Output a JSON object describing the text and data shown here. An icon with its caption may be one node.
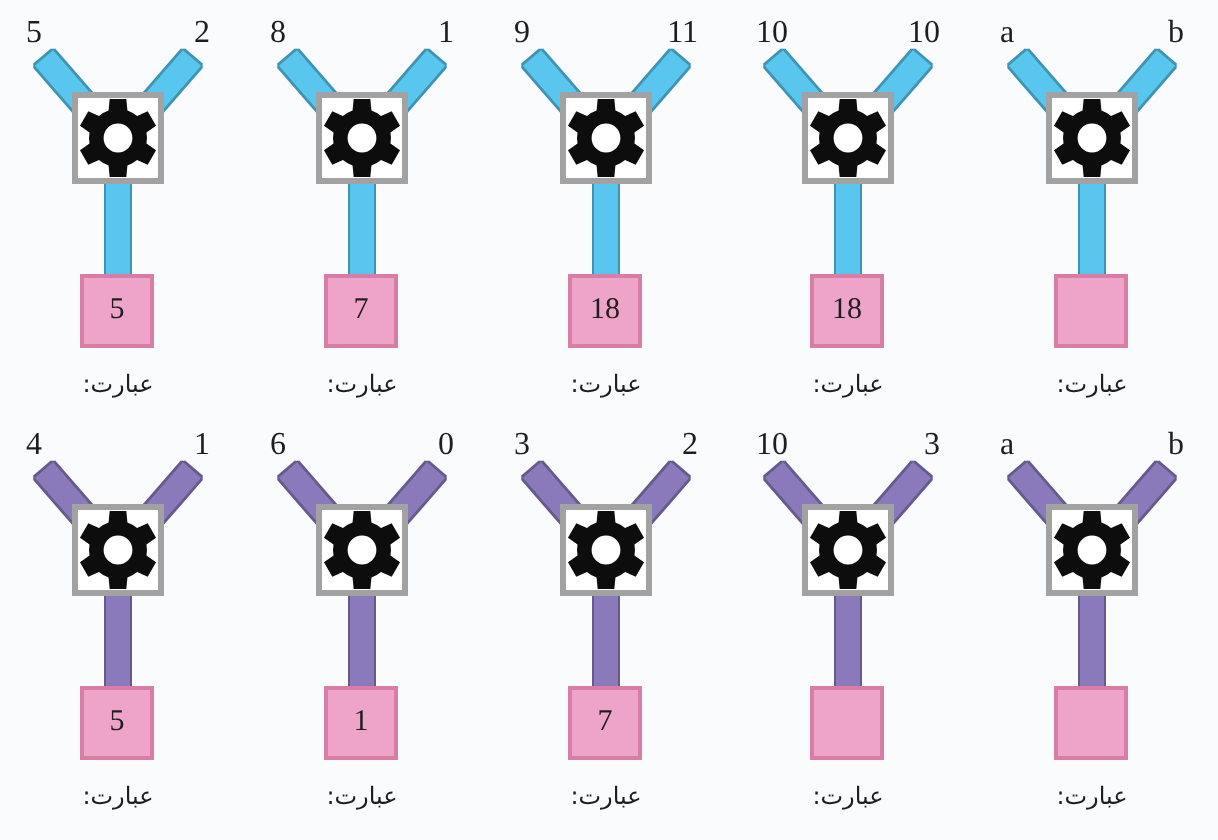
{
  "diagram": {
    "nodes": [
      {
        "text": [
          "5"
        ]
      },
      {
        "text": [
          "2"
        ]
      },
      {
        "text": [],
        "shape": "box"
      },
      {
        "text": [
          "5"
        ],
        "beside": [
          "عبارت:"
        ]
      },
      {
        "text": [
          "8"
        ]
      },
      {
        "text": [
          "1"
        ]
      },
      {
        "text": [],
        "shape": "box"
      },
      {
        "text": [
          "7"
        ],
        "beside": [
          "عبارت:"
        ]
      },
      {
        "text": [
          "9"
        ]
      },
      {
        "text": [
          "11"
        ]
      },
      {
        "text": [],
        "shape": "box"
      },
      {
        "text": [
          "18"
        ],
        "beside": [
          "عبارت:"
        ]
      },
      {
        "text": [
          "10"
        ]
      },
      {
        "text": [
          "10"
        ]
      },
      {
        "text": [],
        "shape": "box"
      },
      {
        "text": [
          "18"
        ],
        "beside": [
          "عبارت:"
        ]
      },
      {
        "text": [
          "a"
        ]
      },
      {
        "text": [
          "b"
        ]
      },
      {
        "text": [],
        "shape": "box"
      },
      {
        "text": [],
        "shape": "box",
        "beside": [
          "عبارت:"
        ]
      },
      {
        "text": [
          "4"
        ]
      },
      {
        "text": [
          "1"
        ]
      },
      {
        "text": [],
        "shape": "box"
      },
      {
        "text": [
          "5"
        ],
        "beside": [
          "عبارت:"
        ]
      },
      {
        "text": [
          "6"
        ]
      },
      {
        "text": [
          "0"
        ]
      },
      {
        "text": [],
        "shape": "box"
      },
      {
        "text": [
          "1"
        ],
        "beside": [
          "عبارت:"
        ]
      },
      {
        "text": [
          "3"
        ]
      },
      {
        "text": [
          "2"
        ]
      },
      {
        "text": [],
        "shape": "box"
      },
      {
        "text": [
          "7"
        ],
        "beside": [
          "عبارت:"
        ]
      },
      {
        "text": [
          "10"
        ]
      },
      {
        "text": [
          "3"
        ]
      },
      {
        "text": [],
        "shape": "box"
      },
      {
        "text": [],
        "shape": "box",
        "beside": [
          "عبارت:"
        ]
      },
      {
        "text": [
          "a"
        ]
      },
      {
        "text": [
          "b"
        ]
      },
      {
        "text": [],
        "shape": "box"
      },
      {
        "text": [],
        "shape": "box",
        "beside": [
          "عبارت:"
        ]
      }
    ],
    "edges": [
      {
        "from": 0,
        "to": 2,
        "arrow": "none",
        "color": "#58c6ef"
      },
      {
        "from": 1,
        "to": 2,
        "arrow": "none",
        "color": "#58c6ef"
      },
      {
        "from": 2,
        "to": 3,
        "arrow": "none",
        "color": "#58c6ef"
      },
      {
        "from": 4,
        "to": 6,
        "arrow": "none",
        "color": "#58c6ef"
      },
      {
        "from": 5,
        "to": 6,
        "arrow": "none",
        "color": "#58c6ef"
      },
      {
        "from": 6,
        "to": 7,
        "arrow": "none",
        "color": "#58c6ef"
      },
      {
        "from": 8,
        "to": 10,
        "arrow": "none",
        "color": "#58c6ef"
      },
      {
        "from": 9,
        "to": 10,
        "arrow": "none",
        "color": "#58c6ef"
      },
      {
        "from": 10,
        "to": 11,
        "arrow": "none",
        "color": "#58c6ef"
      },
      {
        "from": 12,
        "to": 14,
        "arrow": "none",
        "color": "#58c6ef"
      },
      {
        "from": 13,
        "to": 14,
        "arrow": "none",
        "color": "#58c6ef"
      },
      {
        "from": 14,
        "to": 15,
        "arrow": "none",
        "color": "#58c6ef"
      },
      {
        "from": 16,
        "to": 18,
        "arrow": "none",
        "color": "#58c6ef"
      },
      {
        "from": 17,
        "to": 18,
        "arrow": "none",
        "color": "#58c6ef"
      },
      {
        "from": 18,
        "to": 19,
        "arrow": "none",
        "color": "#58c6ef"
      },
      {
        "from": 20,
        "to": 22,
        "arrow": "none",
        "color": "#8a79bb"
      },
      {
        "from": 21,
        "to": 22,
        "arrow": "none",
        "color": "#8a79bb"
      },
      {
        "from": 22,
        "to": 23,
        "arrow": "none",
        "color": "#8a79bb"
      },
      {
        "from": 24,
        "to": 26,
        "arrow": "none",
        "color": "#8a79bb"
      },
      {
        "from": 25,
        "to": 26,
        "arrow": "none",
        "color": "#8a79bb"
      },
      {
        "from": 26,
        "to": 27,
        "arrow": "none",
        "color": "#8a79bb"
      },
      {
        "from": 28,
        "to": 30,
        "arrow": "none",
        "color": "#8a79bb"
      },
      {
        "from": 29,
        "to": 30,
        "arrow": "none",
        "color": "#8a79bb"
      },
      {
        "from": 30,
        "to": 31,
        "arrow": "none",
        "color": "#8a79bb"
      },
      {
        "from": 32,
        "to": 34,
        "arrow": "none",
        "color": "#8a79bb"
      },
      {
        "from": 33,
        "to": 34,
        "arrow": "none",
        "color": "#8a79bb"
      },
      {
        "from": 34,
        "to": 35,
        "arrow": "none",
        "color": "#8a79bb"
      },
      {
        "from": 36,
        "to": 38,
        "arrow": "none",
        "color": "#8a79bb"
      },
      {
        "from": 37,
        "to": 38,
        "arrow": "none",
        "color": "#8a79bb"
      },
      {
        "from": 38,
        "to": 39,
        "arrow": "none",
        "color": "#8a79bb"
      }
    ]
  }
}
